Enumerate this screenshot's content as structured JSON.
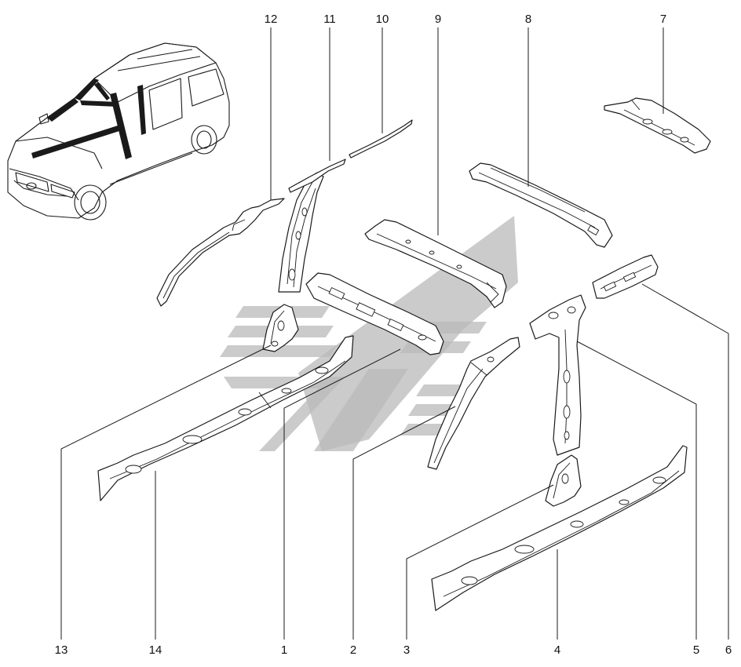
{
  "callouts": [
    {
      "id": "1",
      "label": "1"
    },
    {
      "id": "2",
      "label": "2"
    },
    {
      "id": "3",
      "label": "3"
    },
    {
      "id": "4",
      "label": "4"
    },
    {
      "id": "5",
      "label": "5"
    },
    {
      "id": "6",
      "label": "6"
    },
    {
      "id": "7",
      "label": "7"
    },
    {
      "id": "8",
      "label": "8"
    },
    {
      "id": "9",
      "label": "9"
    },
    {
      "id": "10",
      "label": "10"
    },
    {
      "id": "11",
      "label": "11"
    },
    {
      "id": "12",
      "label": "12"
    },
    {
      "id": "13",
      "label": "13"
    },
    {
      "id": "14",
      "label": "14"
    }
  ],
  "watermark": {
    "color": "#b9b9b9"
  },
  "line_color": "#1a1a1a"
}
